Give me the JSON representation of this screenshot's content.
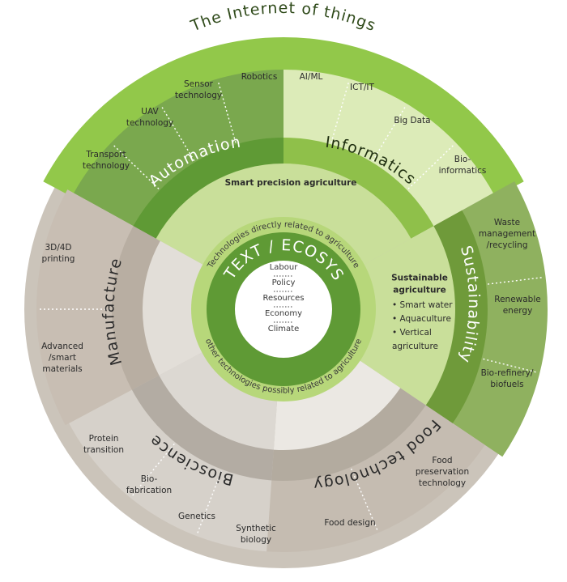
{
  "outer_title": "The Internet of things",
  "outer_segments": [
    {
      "label": "Transport\ntechnology"
    },
    {
      "label": "UAV\ntechnology"
    },
    {
      "label": "Sensor\ntechnology"
    },
    {
      "label": "Robotics"
    },
    {
      "label": "AI/ML"
    },
    {
      "label": "ICT/IT"
    },
    {
      "label": "Big Data"
    },
    {
      "label": "Bio-\ninformatics"
    },
    {
      "label": "Waste\nmanagement\n/recycling"
    },
    {
      "label": "Renewable\nenergy"
    },
    {
      "label": "Bio-refinery/\nbiofuels"
    },
    {
      "label": "Food\npreservation\ntechnology"
    },
    {
      "label": "Food design"
    },
    {
      "label": "Synthetic\nbiology"
    },
    {
      "label": "Genetics"
    },
    {
      "label": "Bio-\nfabrication"
    },
    {
      "label": "Protein\ntransition"
    },
    {
      "label": "Advanced\n/smart\nmaterials"
    },
    {
      "label": "3D/4D\nprinting"
    }
  ],
  "categories": {
    "automation": "Automation",
    "informatics": "Informatics",
    "sustainability": "Sustainability",
    "food_technology": "Food technology",
    "bioscience": "Bioscience",
    "manufacture": "Manufacture"
  },
  "inner": {
    "smart_precision": "Smart precision agriculture",
    "sustainable_title": "Sustainable\nagriculture",
    "sustainable_items": [
      "• Smart water",
      "• Aquaculture",
      "• Vertical",
      "agriculture"
    ]
  },
  "rings": {
    "direct": "Technologies directly related to agriculture",
    "possible": "other technologies possibly related to agriculture"
  },
  "context": {
    "title": "CONTEXT / ECOSYSTEM",
    "items": [
      "Labour",
      "Policy",
      "Resources",
      "Economy",
      "Climate"
    ]
  },
  "colors": {
    "dark_green": "#5f9a35",
    "mid_green": "#8fc04a",
    "light_green": "#c9df9a",
    "pale_green": "#dcebb8",
    "iot_green": "#92c84a",
    "grey_outer": "#cbc4ba",
    "grey_band": "#b3aca3",
    "grey_inner": "#dcd8d2",
    "grey_center": "#ebe8e3"
  }
}
